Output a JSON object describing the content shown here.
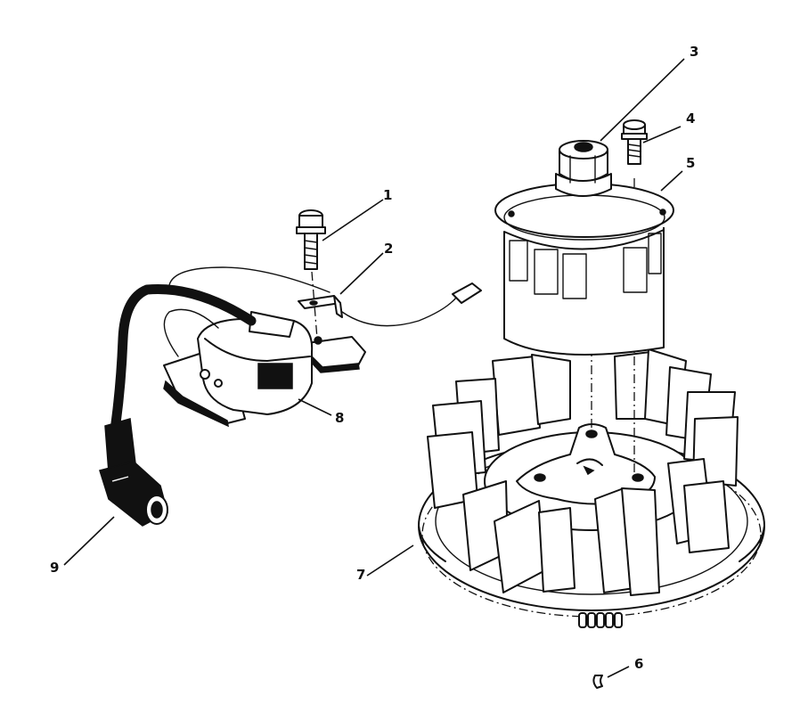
{
  "callouts": [
    {
      "id": "c1",
      "label": "1"
    },
    {
      "id": "c2",
      "label": "2"
    },
    {
      "id": "c3",
      "label": "3"
    },
    {
      "id": "c4",
      "label": "4"
    },
    {
      "id": "c5",
      "label": "5"
    },
    {
      "id": "c6",
      "label": "6"
    },
    {
      "id": "c7",
      "label": "7"
    },
    {
      "id": "c8",
      "label": "8"
    },
    {
      "id": "c9",
      "label": "9"
    }
  ],
  "colors": {
    "ink": "#111111",
    "paper": "#ffffff"
  }
}
